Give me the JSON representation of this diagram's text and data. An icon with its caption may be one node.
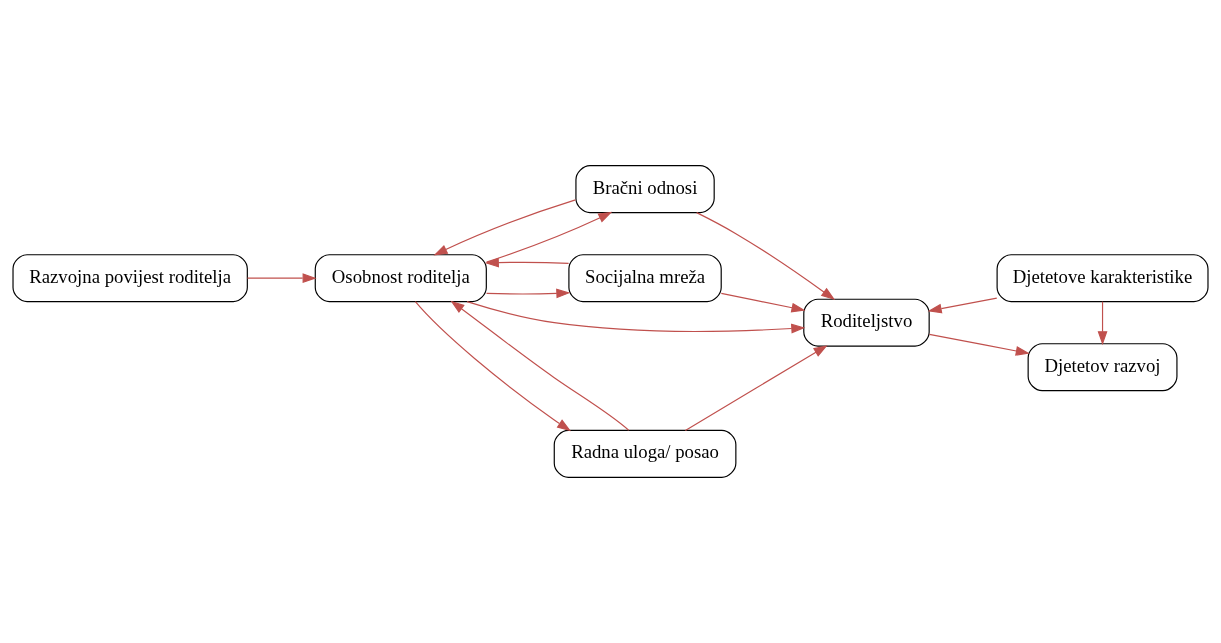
{
  "diagram": {
    "nodes": [
      {
        "text": [
          "Razvojna povijest roditelja"
        ]
      },
      {
        "text": [
          "Osobnost roditelja"
        ]
      },
      {
        "text": [
          "Bračni odnosi"
        ]
      },
      {
        "text": [
          "Socijalna mreža"
        ]
      },
      {
        "text": [
          "Roditeljstvo"
        ]
      },
      {
        "text": [
          "Djetetove karakteristike"
        ]
      },
      {
        "text": [
          "Radna uloga/ posao"
        ]
      },
      {
        "text": [
          "Djetetov razvoj"
        ]
      }
    ],
    "edges": [
      {
        "from": 0,
        "to": 1,
        "arrow": "to",
        "color": "#c0504d"
      },
      {
        "from": 1,
        "to": 3,
        "arrow": "to",
        "color": "#c0504d"
      },
      {
        "from": 3,
        "to": 1,
        "arrow": "to",
        "color": "#c0504d"
      },
      {
        "from": 2,
        "to": 1,
        "arrow": "to",
        "color": "#c0504d"
      },
      {
        "from": 1,
        "to": 2,
        "arrow": "to",
        "color": "#c0504d"
      },
      {
        "from": 2,
        "to": 4,
        "arrow": "to",
        "color": "#c0504d"
      },
      {
        "from": 3,
        "to": 4,
        "arrow": "to",
        "color": "#c0504d"
      },
      {
        "from": 1,
        "to": 4,
        "arrow": "to",
        "color": "#c0504d"
      },
      {
        "from": 5,
        "to": 4,
        "arrow": "to",
        "color": "#c0504d"
      },
      {
        "from": 1,
        "to": 6,
        "arrow": "to",
        "color": "#c0504d"
      },
      {
        "from": 6,
        "to": 1,
        "arrow": "to",
        "color": "#c0504d"
      },
      {
        "from": 6,
        "to": 4,
        "arrow": "to",
        "color": "#c0504d"
      },
      {
        "from": 5,
        "to": 7,
        "arrow": "to",
        "color": "#c0504d"
      },
      {
        "from": 4,
        "to": 7,
        "arrow": "to",
        "color": "#c0504d"
      }
    ]
  }
}
